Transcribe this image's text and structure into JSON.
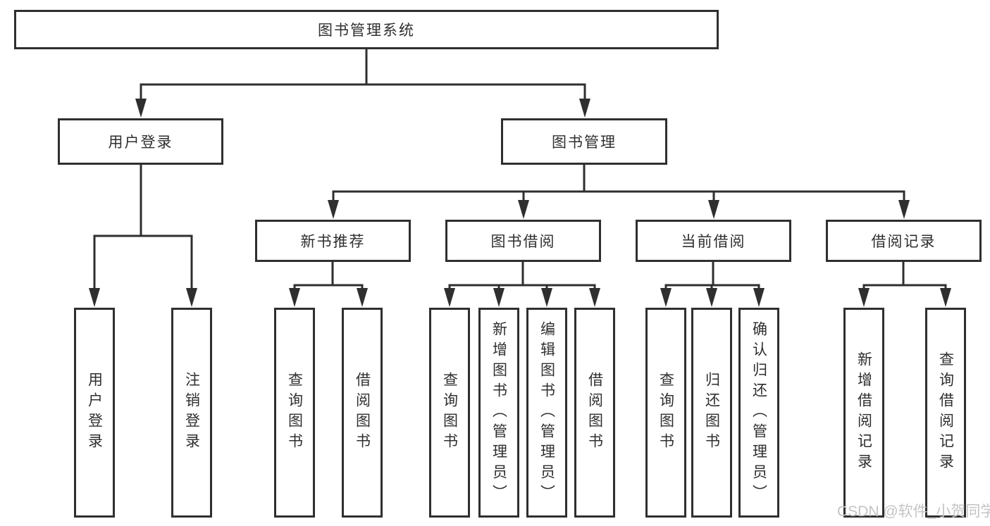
{
  "tree": {
    "root": "图书管理系统",
    "branches": [
      {
        "label": "用户登录",
        "children": [
          "用户登录",
          "注销登录"
        ]
      },
      {
        "label": "图书管理",
        "groups": [
          {
            "label": "新书推荐",
            "children": [
              "查询图书",
              "借阅图书"
            ]
          },
          {
            "label": "图书借阅",
            "children": [
              "查询图书",
              "新增图书（管理员）",
              "编辑图书（管理员）",
              "借阅图书"
            ]
          },
          {
            "label": "当前借阅",
            "children": [
              "查询图书",
              "归还图书",
              "确认归还（管理员）"
            ]
          },
          {
            "label": "借阅记录",
            "children": [
              "新增借阅记录",
              "查询借阅记录"
            ]
          }
        ]
      }
    ]
  },
  "watermark": "CSDN @软件_小贺同学",
  "colors": {
    "line": "#2f2f2f",
    "text": "#2f2f2f",
    "watermark": "#c4c4c4",
    "background": "#ffffff"
  }
}
